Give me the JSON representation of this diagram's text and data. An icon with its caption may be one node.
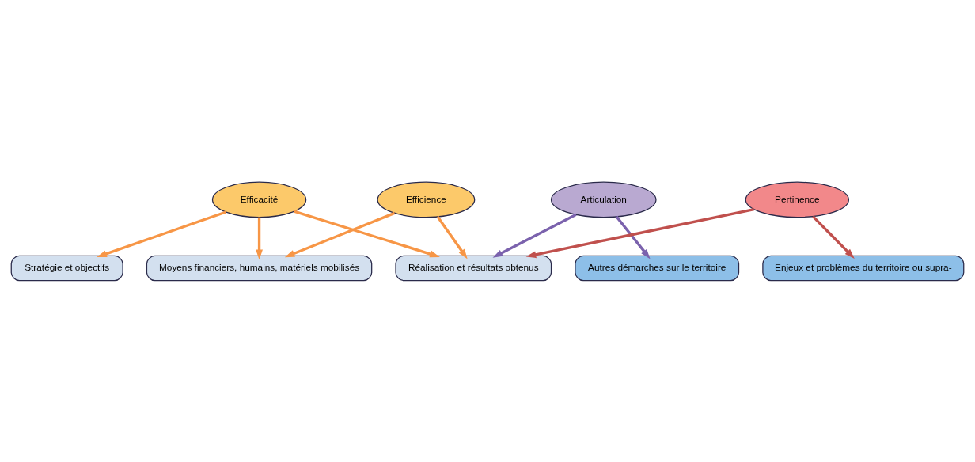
{
  "diagram": {
    "nodes": [
      {
        "text": [
          "Stratégie et objectifs"
        ]
      },
      {
        "text": [
          "Moyens financiers, humains, matériels mobilisés"
        ]
      },
      {
        "text": [
          "Autres démarches sur le territoire"
        ]
      },
      {
        "text": [
          "Efficacité"
        ]
      },
      {
        "text": [
          "Efficience"
        ]
      },
      {
        "text": [
          "Réalisation et résultats obtenus"
        ]
      },
      {
        "text": [
          "Articulation"
        ]
      },
      {
        "text": [
          "Enjeux et problèmes du territoire ou supra-"
        ]
      },
      {
        "text": [
          "Pertinence"
        ]
      }
    ],
    "edges": [
      {
        "from": 3,
        "to": 0,
        "arrow": "to"
      },
      {
        "from": 3,
        "to": 1,
        "arrow": "to"
      },
      {
        "from": 3,
        "to": 5,
        "arrow": "to"
      },
      {
        "from": 4,
        "to": 1,
        "arrow": "to"
      },
      {
        "from": 4,
        "to": 5,
        "arrow": "to"
      },
      {
        "from": 6,
        "to": 2,
        "arrow": "to",
        "color": "#7b62ad"
      },
      {
        "from": 6,
        "to": 5,
        "arrow": "to",
        "color": "#7b62ad"
      },
      {
        "from": 8,
        "to": 7,
        "arrow": "to",
        "color": "#c0504d"
      },
      {
        "from": 8,
        "to": 5,
        "arrow": "to",
        "color": "#c0504d"
      }
    ]
  }
}
